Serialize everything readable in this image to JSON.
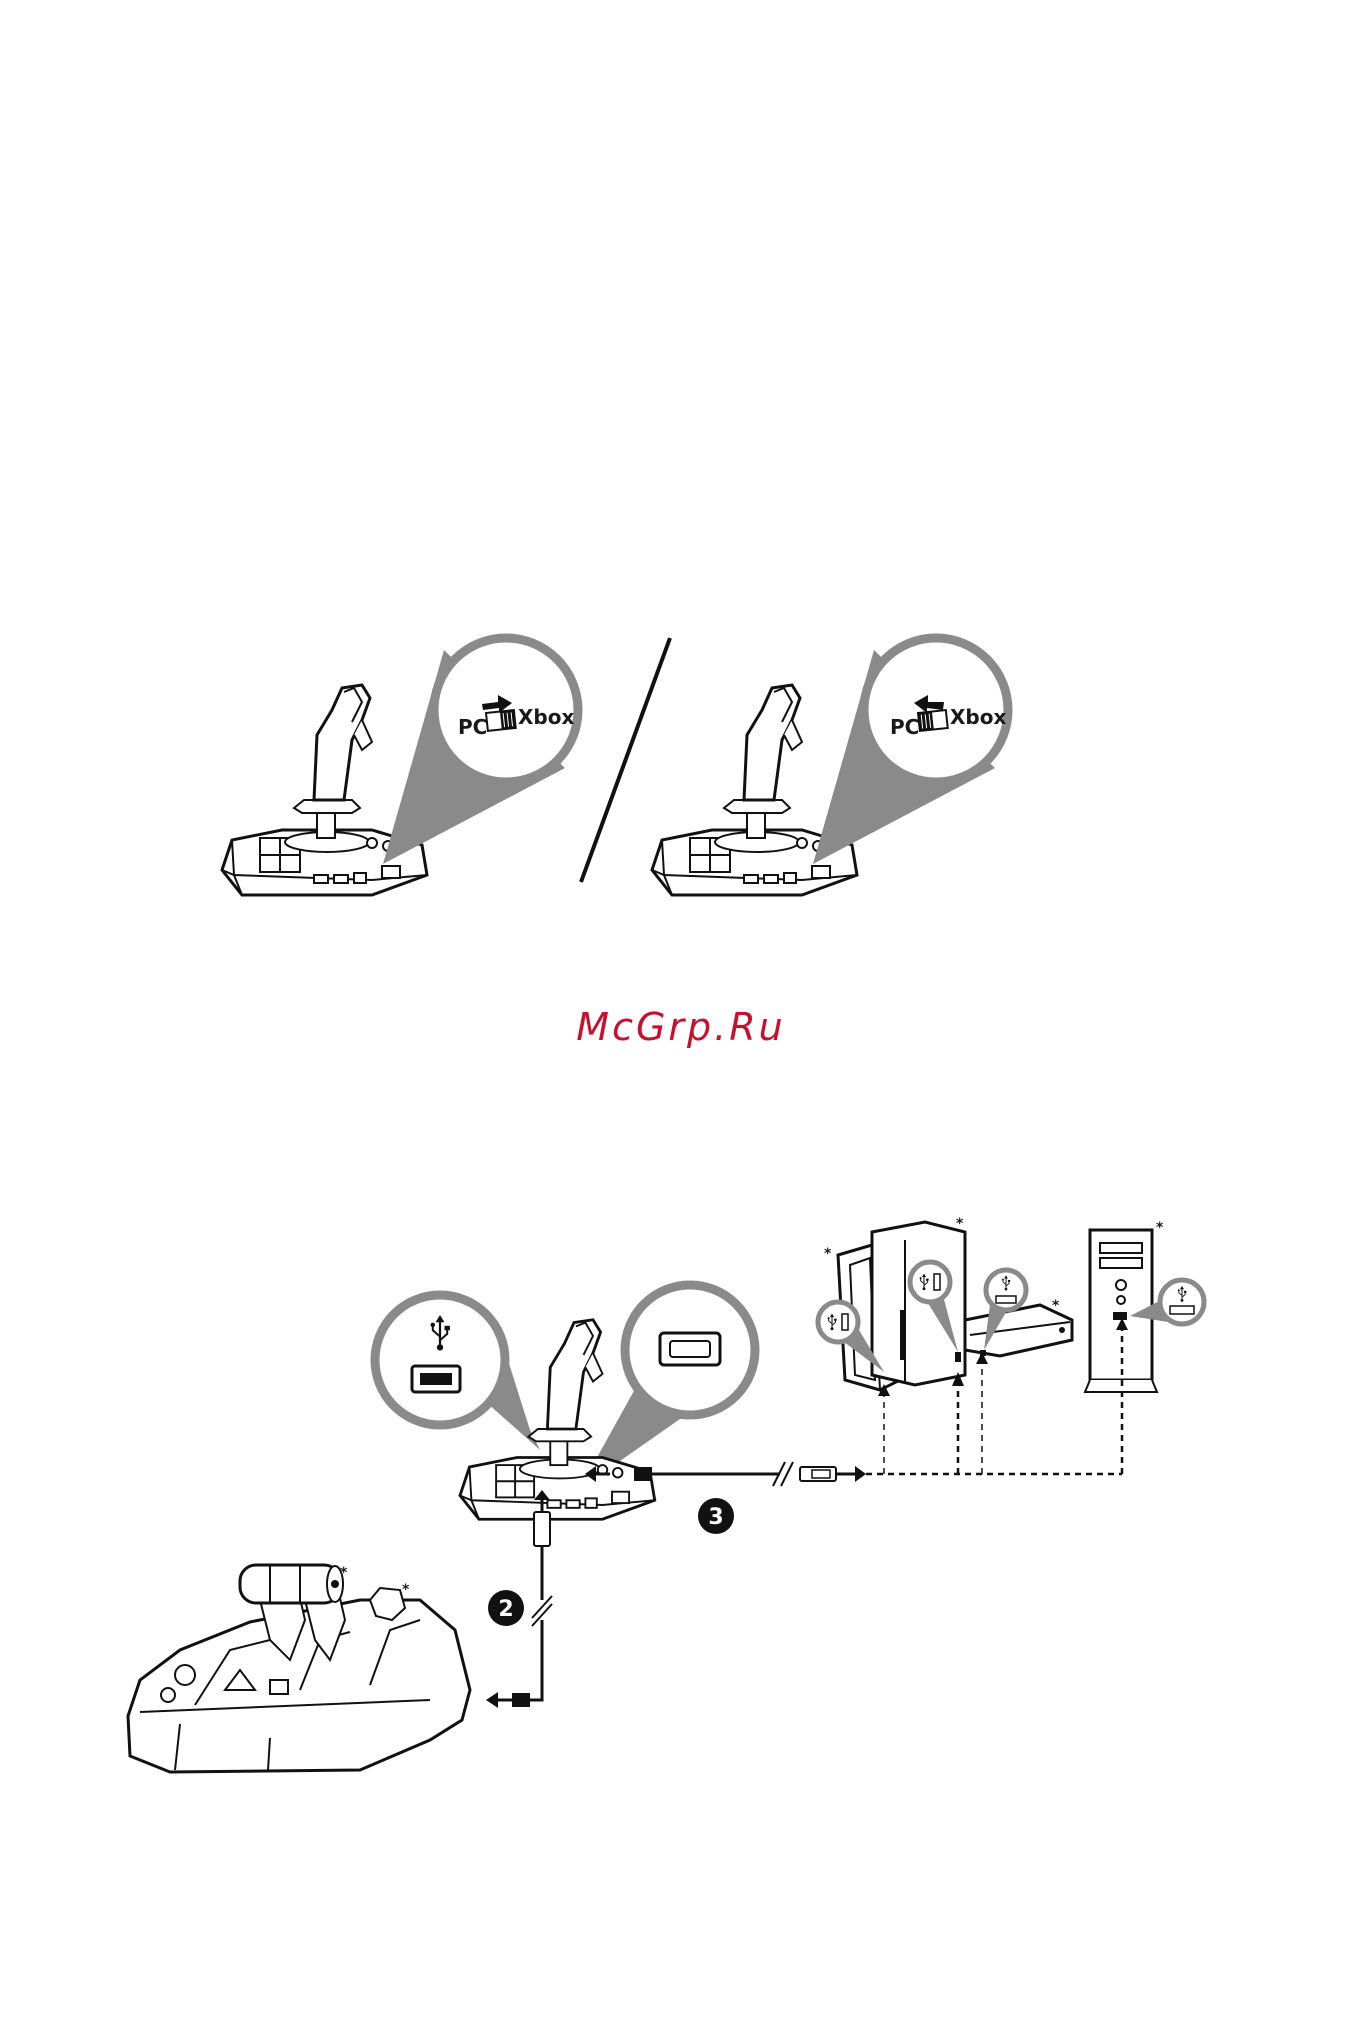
{
  "switch_panel": {
    "left": {
      "pc_label": "PC",
      "xbox_label": "Xbox",
      "arrow": "right-arrow-icon"
    },
    "right": {
      "pc_label": "PC",
      "xbox_label": "Xbox",
      "arrow": "left-arrow-icon"
    }
  },
  "watermark": "McGrp.Ru",
  "connection": {
    "step_2": "2",
    "step_3": "3",
    "asterisk": "*",
    "icons": [
      "usb-icon",
      "usb-port-icon",
      "usb-c-port-icon",
      "joystick-icon",
      "throttle-icon",
      "xbox-series-s-icon",
      "xbox-series-x-icon",
      "xbox-one-icon",
      "pc-tower-icon"
    ]
  }
}
